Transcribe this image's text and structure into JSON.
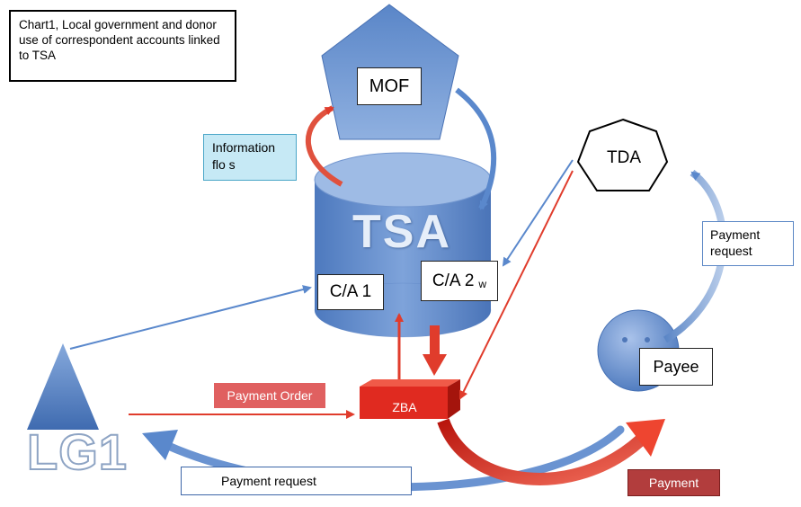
{
  "caption": "Chart1, Local government and donor use of correspondent accounts linked to TSA",
  "nodes": {
    "mof": "MOF",
    "tsa": "TSA",
    "ca1": "C/A 1",
    "ca2": "C/A 2",
    "ca2_suffix": "w",
    "tda": "TDA",
    "zba": "ZBA",
    "payee": "Payee",
    "lg1": "LG1"
  },
  "edge_labels": {
    "information_flows": "Information flo s",
    "payment_request_right": "Payment request",
    "payment_request_bottom": "Payment request",
    "payment_order": "Payment Order",
    "payment": "Payment"
  },
  "colors": {
    "blue_shape": "#5b86c6",
    "blue_dark": "#3e67a8",
    "blue_arrow": "#5a88cc",
    "red_arrow": "#e03c2c",
    "zba_fill": "#e02a20",
    "info_box": "#c6e9f5",
    "payment_order_box": "#e06060",
    "payment_box": "#b23d3d"
  }
}
